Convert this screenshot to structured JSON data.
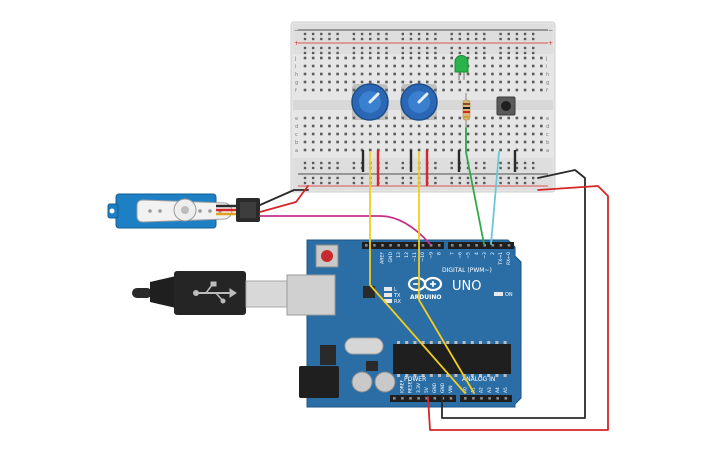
{
  "breadboard": {
    "row_letters_top": [
      "j",
      "i",
      "h",
      "g",
      "f"
    ],
    "row_letters_bottom": [
      "e",
      "d",
      "c",
      "b",
      "a"
    ],
    "columns": 30
  },
  "arduino": {
    "logo": "ARDUINO",
    "model": "UNO",
    "digital_label": "DIGITAL (PWM~)",
    "power_label": "POWER",
    "analog_label": "ANALOG IN",
    "on_label": "ON",
    "tx_label": "TX",
    "rx_label": "RX",
    "l_label": "L",
    "digital_pins": [
      "AREF",
      "GND",
      "13",
      "12",
      "~11",
      "~10",
      "~9",
      "8",
      "7",
      "~6",
      "~5",
      "4",
      "~3",
      "2",
      "TX→1",
      "RX←0"
    ],
    "power_pins": [
      "IOREF",
      "RESET",
      "3.3V",
      "5V",
      "GND",
      "GND",
      "VIN"
    ],
    "analog_pins": [
      "A0",
      "A1",
      "A2",
      "A3",
      "A4",
      "A5"
    ]
  },
  "colors": {
    "board": "#2b6ea6",
    "breadboard": "#e6e6e6",
    "wire_yellow": "#f2cd1e",
    "wire_red": "#d62626",
    "wire_black": "#2a2a2a",
    "wire_green": "#2fa84a",
    "wire_cyan": "#6cc8d6",
    "wire_magenta": "#c42f8c",
    "pot": "#2a68b5",
    "led": "#2ab34a",
    "servo": "#1d7fc4"
  }
}
